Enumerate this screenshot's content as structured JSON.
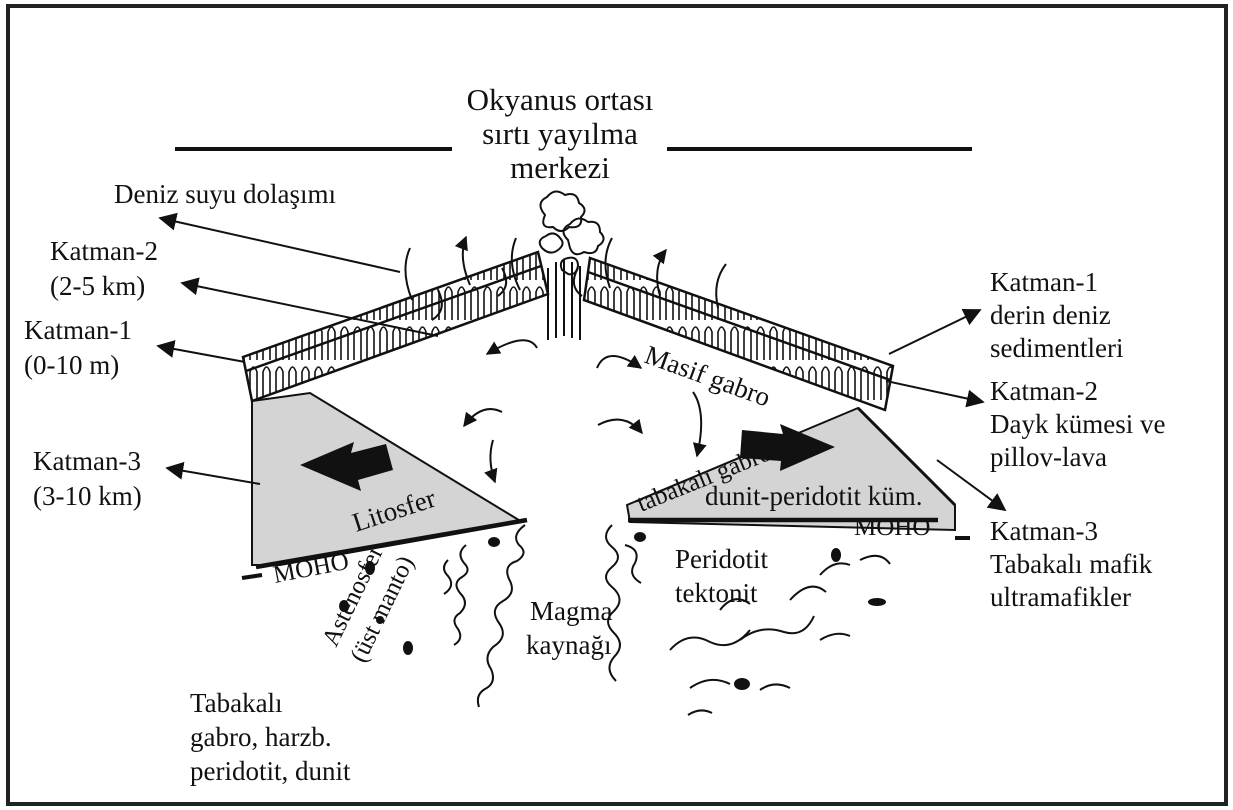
{
  "title": {
    "lines": [
      "Okyanus ortası",
      "sırtı yayılma",
      "merkezi"
    ]
  },
  "left_labels": {
    "deniz_suyu": "Deniz suyu dolaşımı",
    "katman2": [
      "Katman-2",
      "(2-5 km)"
    ],
    "katman1": [
      "Katman-1",
      "(0-10 m)"
    ],
    "katman3": [
      "Katman-3",
      "(3-10 km)"
    ]
  },
  "right_labels": {
    "katman1": [
      "Katman-1",
      "derin deniz",
      "sedimentleri"
    ],
    "katman2": [
      "Katman-2",
      "Dayk kümesi ve",
      "pillov-lava"
    ],
    "katman3": [
      "Katman-3",
      "Tabakalı mafik",
      "ultramafikler"
    ]
  },
  "inner_labels": {
    "masif_gabro": "Masif gabro",
    "tabakali_gabro": "tabakalı gabro",
    "dunit_kum": "dunit-peridotit küm.",
    "litosfer": "Litosfer",
    "moho_left": "MOHO",
    "moho_right": "MOHO",
    "astenosfer": [
      "Astenosfer",
      "(üst manto)"
    ],
    "magma": [
      "Magma",
      "kaynağı"
    ],
    "peridotit": [
      "Peridotit",
      "tektonit"
    ],
    "tabakali_bottom": [
      "Tabakalı",
      "gabro, harzb.",
      "peridotit, dunit"
    ]
  },
  "colors": {
    "wedge_fill": "#d4d4d4",
    "ink": "#111111",
    "frame": "#222222"
  }
}
